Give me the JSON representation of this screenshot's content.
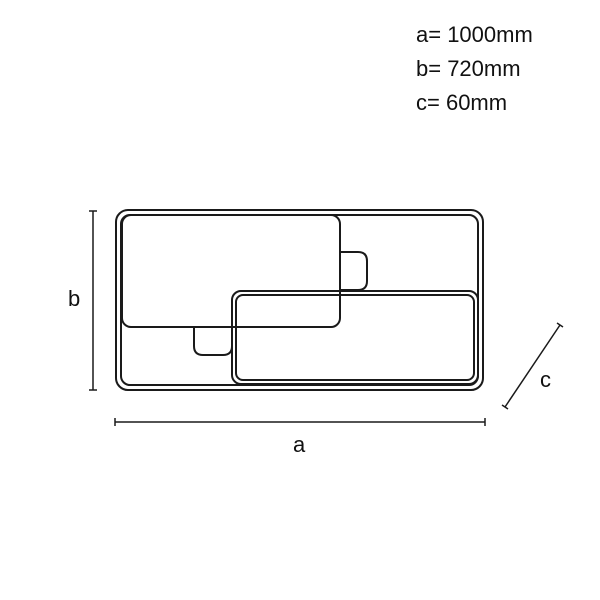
{
  "specs": {
    "lines": [
      {
        "label": "a",
        "value": "1000mm",
        "text": "a= 1000mm"
      },
      {
        "label": "b",
        "value": "720mm",
        "text": "b= 720mm"
      },
      {
        "label": "c",
        "value": "60mm",
        "text": "c= 60mm"
      }
    ]
  },
  "dimensions": {
    "a_label": "a",
    "b_label": "b",
    "c_label": "c"
  },
  "colors": {
    "line": "#1a1a1a",
    "background": "#ffffff"
  }
}
